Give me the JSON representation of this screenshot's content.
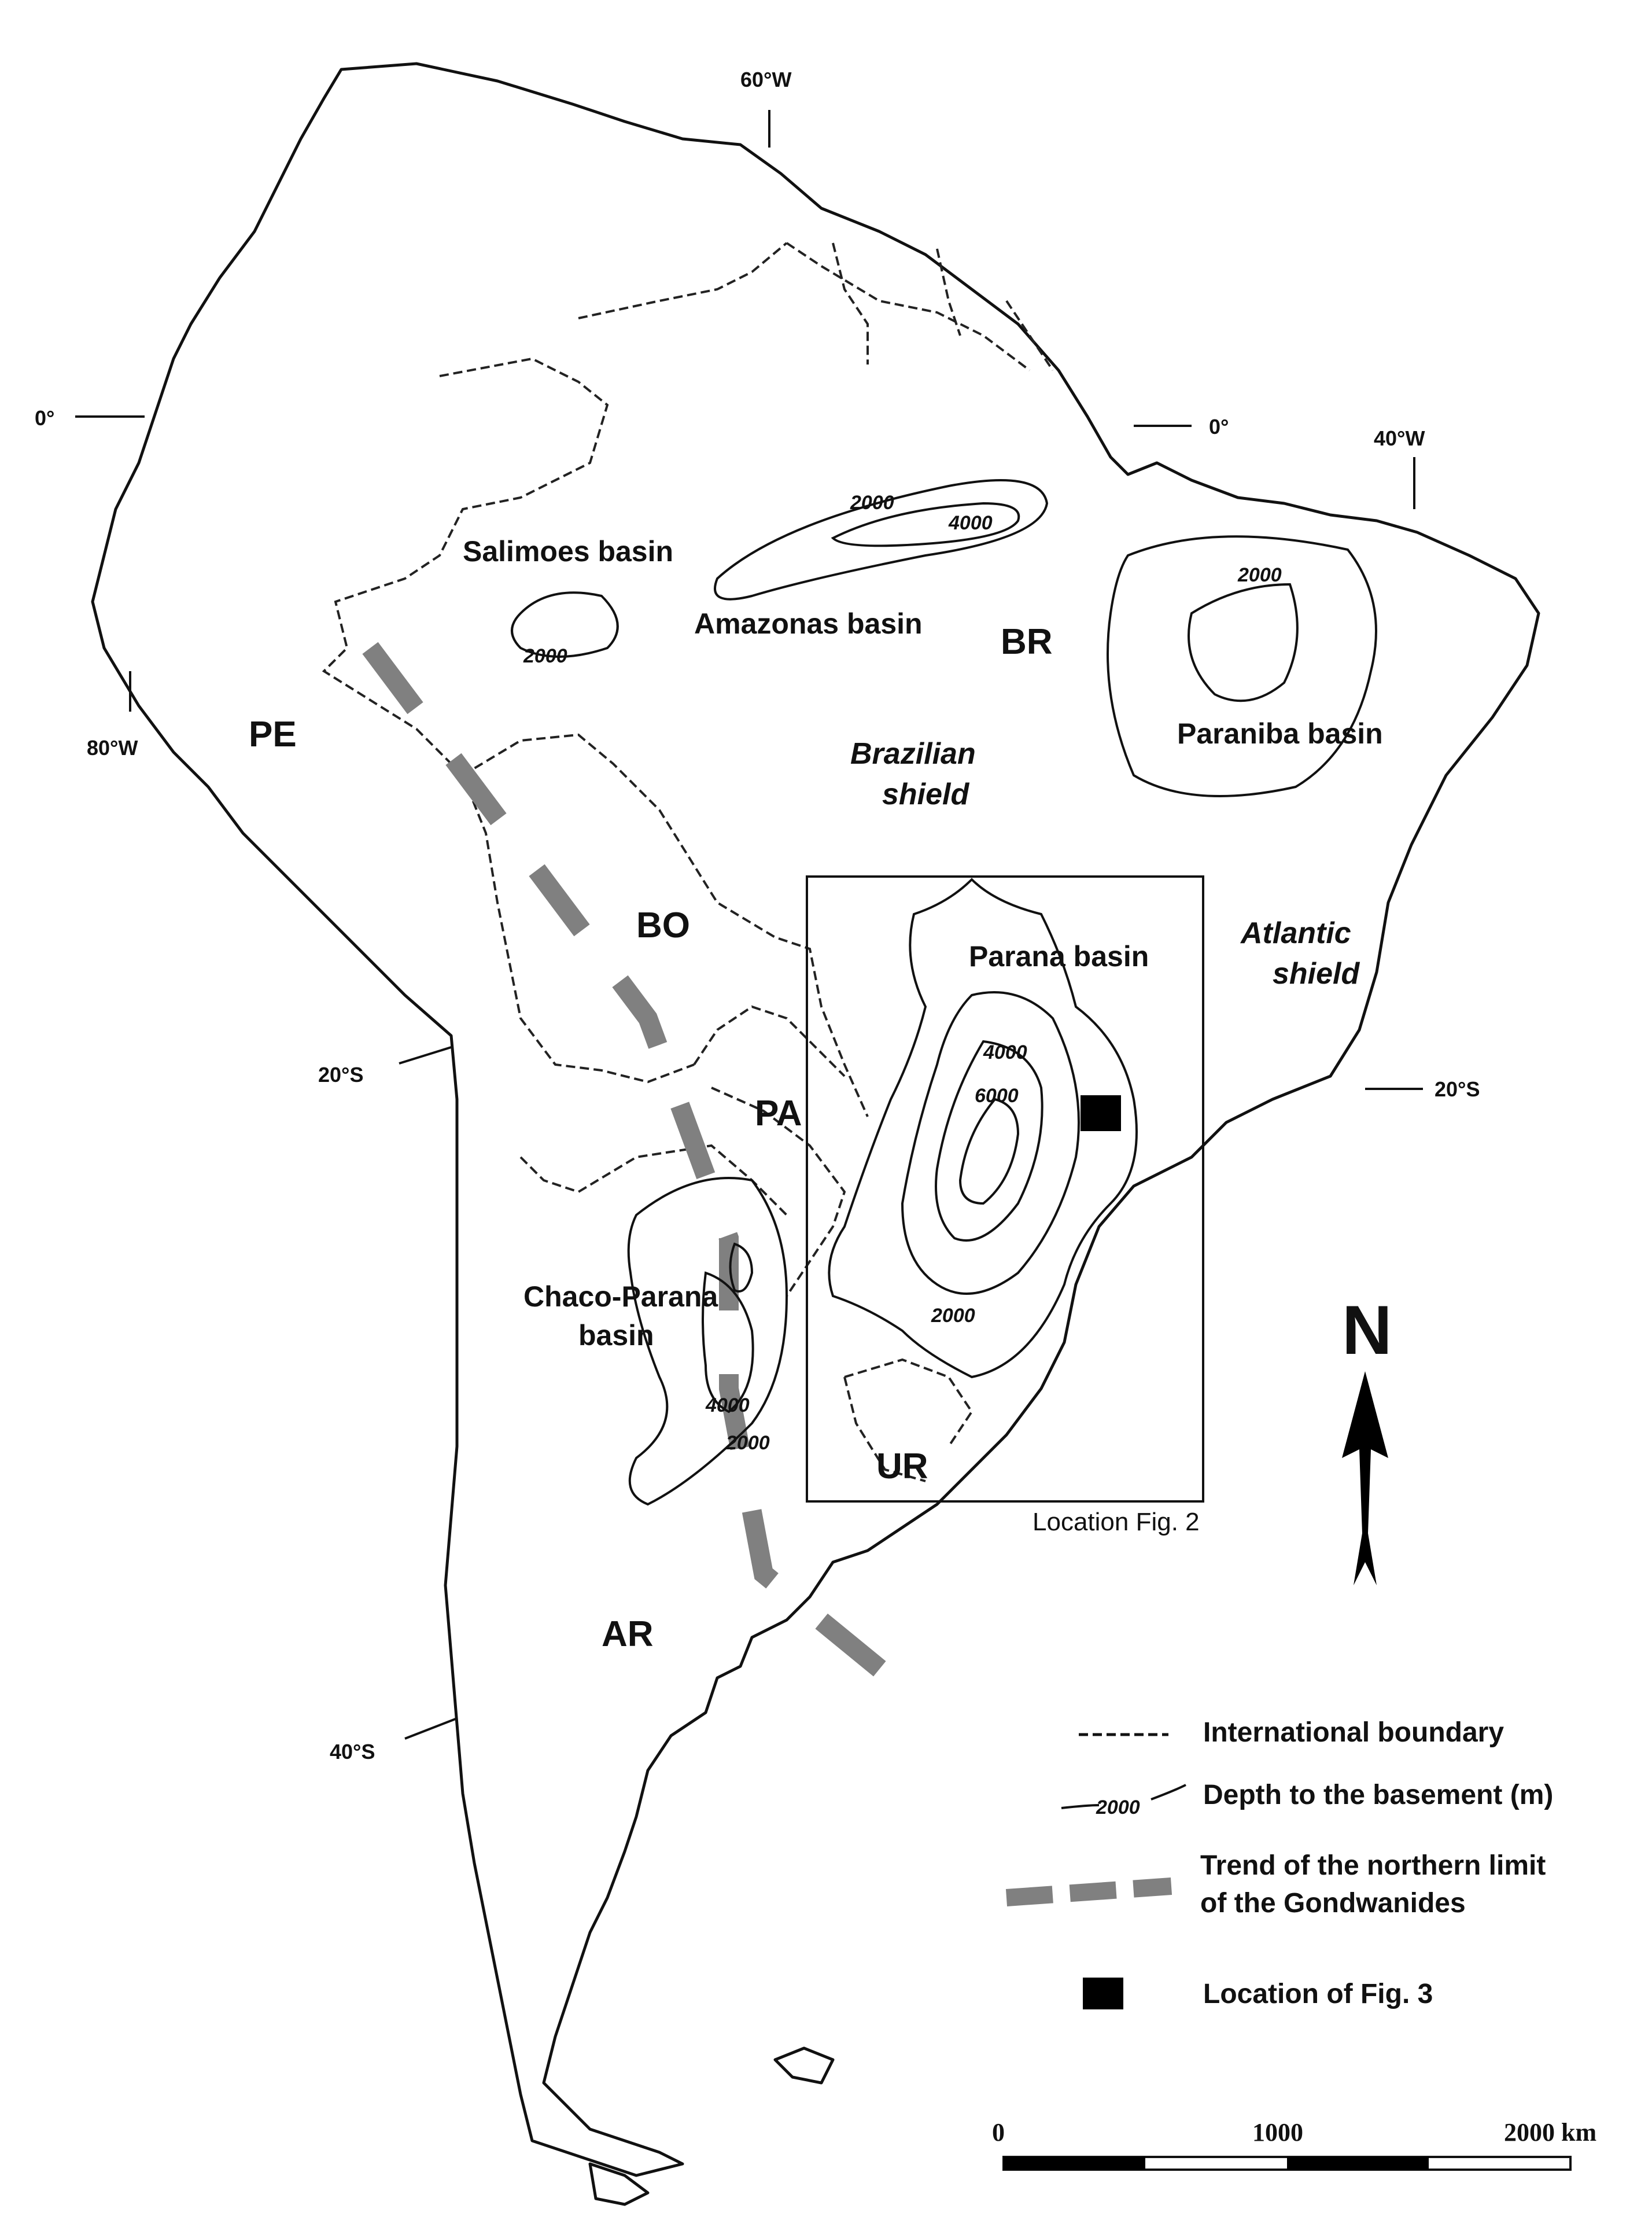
{
  "map": {
    "countries": {
      "pe": "PE",
      "bo": "BO",
      "br": "BR",
      "pa": "PA",
      "ar": "AR",
      "ur": "UR"
    },
    "basins": {
      "salimoes": "Salimoes basin",
      "amazonas": "Amazonas basin",
      "paraniba": "Paraniba basin",
      "parana": "Parana basin",
      "chaco_line1": "Chaco-Parana",
      "chaco_line2": "basin"
    },
    "shields": {
      "brazilian_line1": "Brazilian",
      "brazilian_line2": "shield",
      "atlantic_line1": "Atlantic",
      "atlantic_line2": "shield"
    },
    "contour_labels": {
      "amazonas_2000": "2000",
      "amazonas_4000": "4000",
      "salimoes_2000": "2000",
      "paraniba_2000": "2000",
      "parana_4000": "4000",
      "parana_6000": "6000",
      "parana_2000": "2000",
      "chaco_4000": "4000",
      "chaco_2000": "2000"
    },
    "coordinates": {
      "lon_60w": "60°W",
      "lon_40w": "40°W",
      "lon_80w": "80°W",
      "lat_0_west": "0°",
      "lat_0_east": "0°",
      "lat_20s_west": "20°S",
      "lat_20s_east": "20°S",
      "lat_40s": "40°S"
    },
    "location_box_label": "Location Fig. 2",
    "north_label": "N"
  },
  "legend": {
    "international_boundary": "International boundary",
    "depth_sample": "2000",
    "depth_label": "Depth to the basement (m)",
    "gond_line1": "Trend of the northern limit",
    "gond_line2": "of the Gondwanides",
    "fig3_label": "Location of Fig. 3"
  },
  "scale_bar": {
    "tick_0": "0",
    "tick_1000": "1000",
    "tick_2000": "2000 km"
  },
  "colors": {
    "gondwanides_trend": "#808080",
    "ink": "#111111"
  }
}
